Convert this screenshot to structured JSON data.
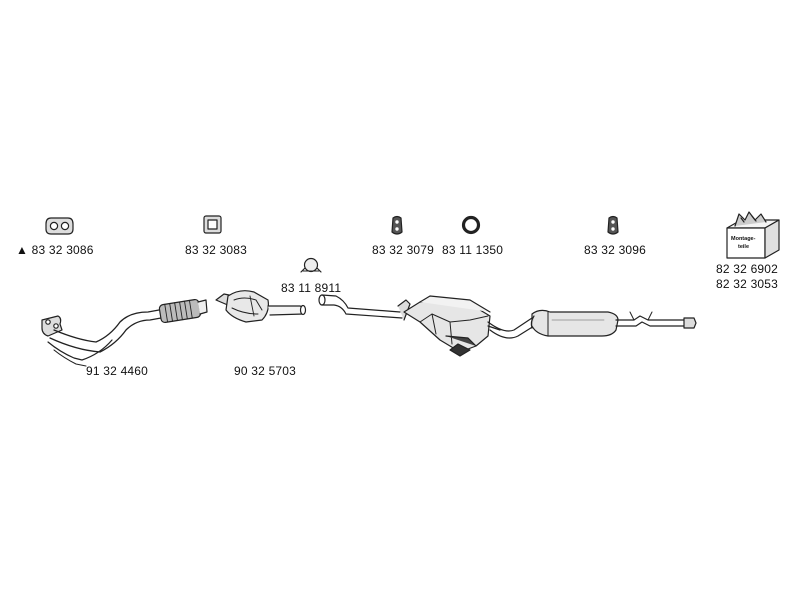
{
  "parts": {
    "gasket_flange": {
      "number": "83 32 3086",
      "marker": "▲",
      "icon": "flange-gasket-icon"
    },
    "gasket_square": {
      "number": "83 32 3083",
      "icon": "square-gasket-icon"
    },
    "hanger_a": {
      "number": "83 32 3079",
      "icon": "rubber-hanger-icon"
    },
    "ring": {
      "number": "83 11 1350",
      "icon": "rubber-ring-icon"
    },
    "hanger_b": {
      "number": "83 32 3096",
      "icon": "rubber-hanger-icon"
    },
    "clamp": {
      "number": "83 11 8911",
      "icon": "pipe-clamp-icon"
    },
    "mounting_kit": {
      "numbers": [
        "82 32 6902",
        "82 32 3053"
      ],
      "text": [
        "Montage-",
        "teile"
      ],
      "icon": "mounting-kit-box-icon"
    },
    "front_pipe": {
      "number": "91 32 4460"
    },
    "catalytic_converter": {
      "number": "90 32 5703"
    }
  },
  "colors": {
    "stroke": "#222222",
    "fill_light": "#e6e6e6",
    "fill_mid": "#bdbdbd",
    "fill_dark": "#555555"
  }
}
